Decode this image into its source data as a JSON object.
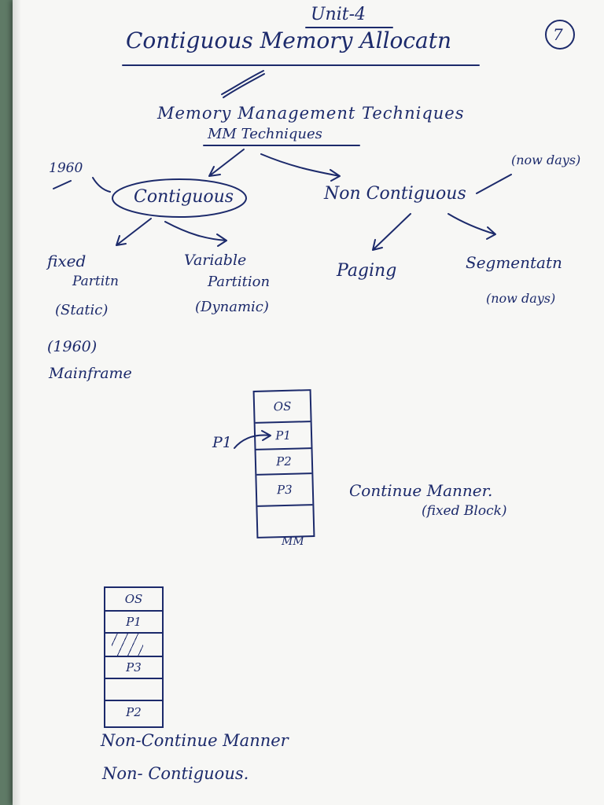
{
  "page_number": "7",
  "header": {
    "unit": "Unit-4",
    "title": "Contiguous Memory Allocatn"
  },
  "tree": {
    "root": "Memory Management Techniques",
    "root_short": "MM Techniques",
    "left_note": "1960",
    "right_note": "(now days)",
    "contiguous": {
      "label": "Contiguous",
      "fixed": [
        "fixed",
        "Partitn",
        "(Static)"
      ],
      "variable": [
        "Variable",
        "Partition",
        "(Dynamic)"
      ],
      "history": [
        "(1960)",
        "Mainframe"
      ]
    },
    "non_contiguous": {
      "label": "Non Contiguous",
      "paging": "Paging",
      "segmentation": "Segmentatn",
      "segmentation_note": "(now days)"
    }
  },
  "diagram1": {
    "process_label": "P1",
    "blocks": [
      "OS",
      "P1",
      "P2",
      "P3",
      ""
    ],
    "caption": "MM",
    "note_line1": "Continue Manner.",
    "note_line2": "(fixed Block)"
  },
  "diagram2": {
    "blocks": [
      "OS",
      "P1",
      "",
      "P3",
      "",
      "P2"
    ],
    "hatched_index": 2,
    "note_line1": "Non-Continue Manner",
    "note_line2": "Non- Contiguous."
  },
  "colors": {
    "ink": "#1c2a6b",
    "paper": "#f7f7f5",
    "background": "#5f7a66"
  }
}
